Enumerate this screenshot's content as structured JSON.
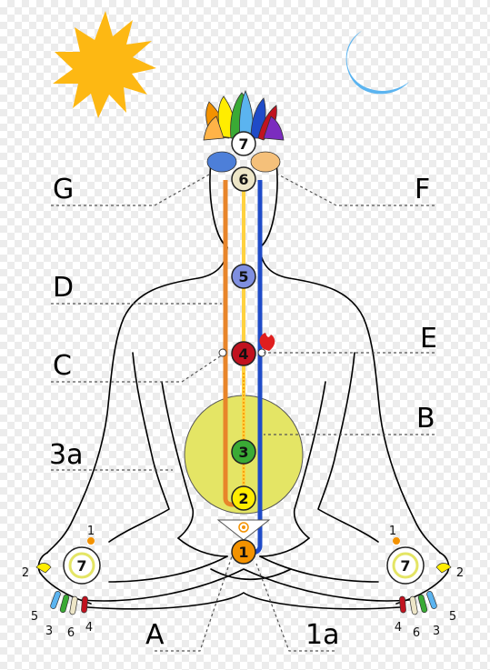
{
  "labels": {
    "G": "G",
    "F": "F",
    "D": "D",
    "E": "E",
    "C": "C",
    "B": "B",
    "A3": "3a",
    "A": "A",
    "A1": "1a"
  },
  "chakras": {
    "c1": "1",
    "c2": "2",
    "c3": "3",
    "c4": "4",
    "c5": "5",
    "c6": "6",
    "c7": "7"
  },
  "hands": {
    "palm_number": "7",
    "left_fingers": [
      "1",
      "2",
      "5",
      "3",
      "6",
      "4"
    ],
    "right_fingers": [
      "1",
      "2",
      "4",
      "6",
      "3",
      "5"
    ]
  },
  "colors": {
    "sun": "#FDB813",
    "moon": "#5BB4F0",
    "chakra1": "#F39200",
    "chakra2": "#FFED00",
    "chakra3": "#3AAA35",
    "chakra4": "#C1121F",
    "chakra5": "#7F8FE0",
    "chakra6": "#EDE6C8",
    "chakra7": "#FFFFFF",
    "channel_left": "#E8852A",
    "channel_right": "#1F4BC8",
    "channel_center": "#FFD23F",
    "glow": "#E4E565"
  }
}
